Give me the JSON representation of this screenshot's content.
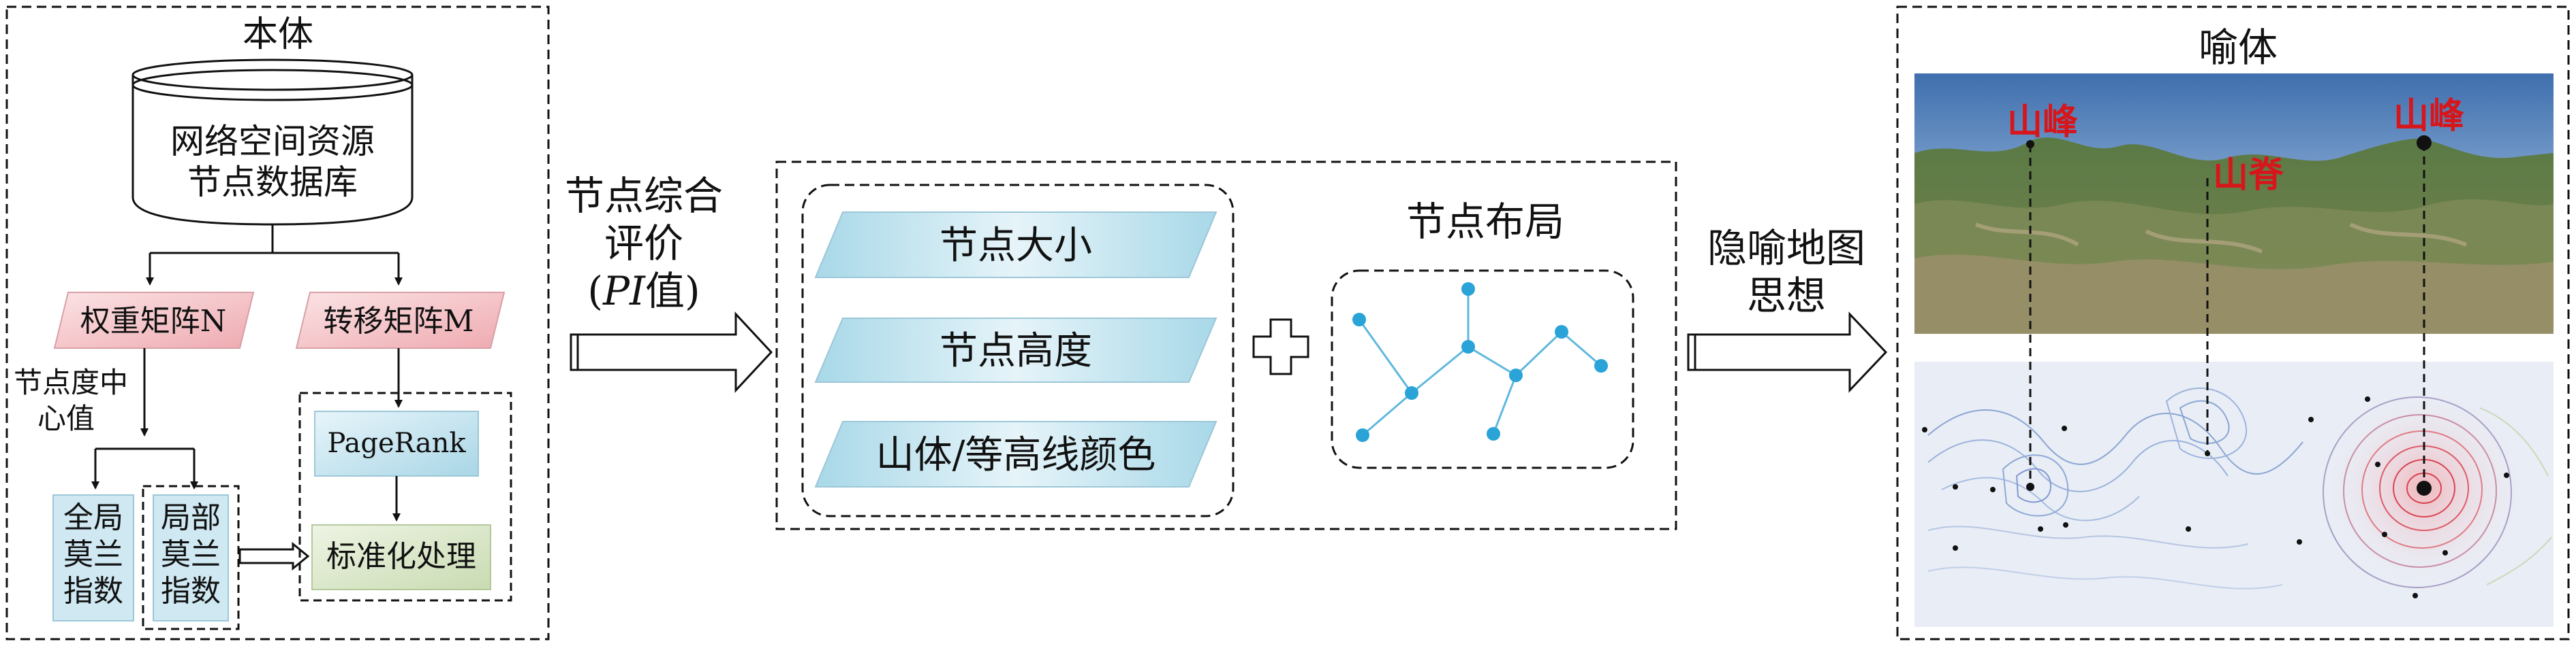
{
  "ontology": {
    "title": "本体",
    "database_line1": "网络空间资源",
    "database_line2": "节点数据库",
    "weight_matrix": "权重矩阵N",
    "transfer_matrix": "转移矩阵M",
    "degree_centrality_line1": "节点度中",
    "degree_centrality_line2": "心值",
    "global_moran": [
      "全局",
      "莫兰",
      "指数"
    ],
    "local_moran": [
      "局部",
      "莫兰",
      "指数"
    ],
    "pagerank": "PageRank",
    "normalize": "标准化处理"
  },
  "evaluation": {
    "arrow_line1": "节点综合",
    "arrow_line2": "评价",
    "arrow_line3_italic": "PI",
    "arrow_line3_rest": "值)",
    "arrow_line3_open": "("
  },
  "attributes": {
    "items": [
      "节点大小",
      "节点高度",
      "山体/等高线颜色"
    ],
    "layout_title": "节点布局"
  },
  "metaphor": {
    "arrow_line1": "隐喻地图",
    "arrow_line2": "思想",
    "title": "喻体",
    "labels": [
      "山峰",
      "山脊",
      "山峰"
    ]
  },
  "colors": {
    "matrix_fill": "#f4c9cc",
    "pagerank_fill": "#cfe7f0",
    "normalize_fill": "#dfe9cf",
    "moran_fill": "#cfe8f2",
    "param_fill": "#c8e6ef",
    "node_color": "#2aa3d8",
    "label_red": "#d7161b"
  }
}
